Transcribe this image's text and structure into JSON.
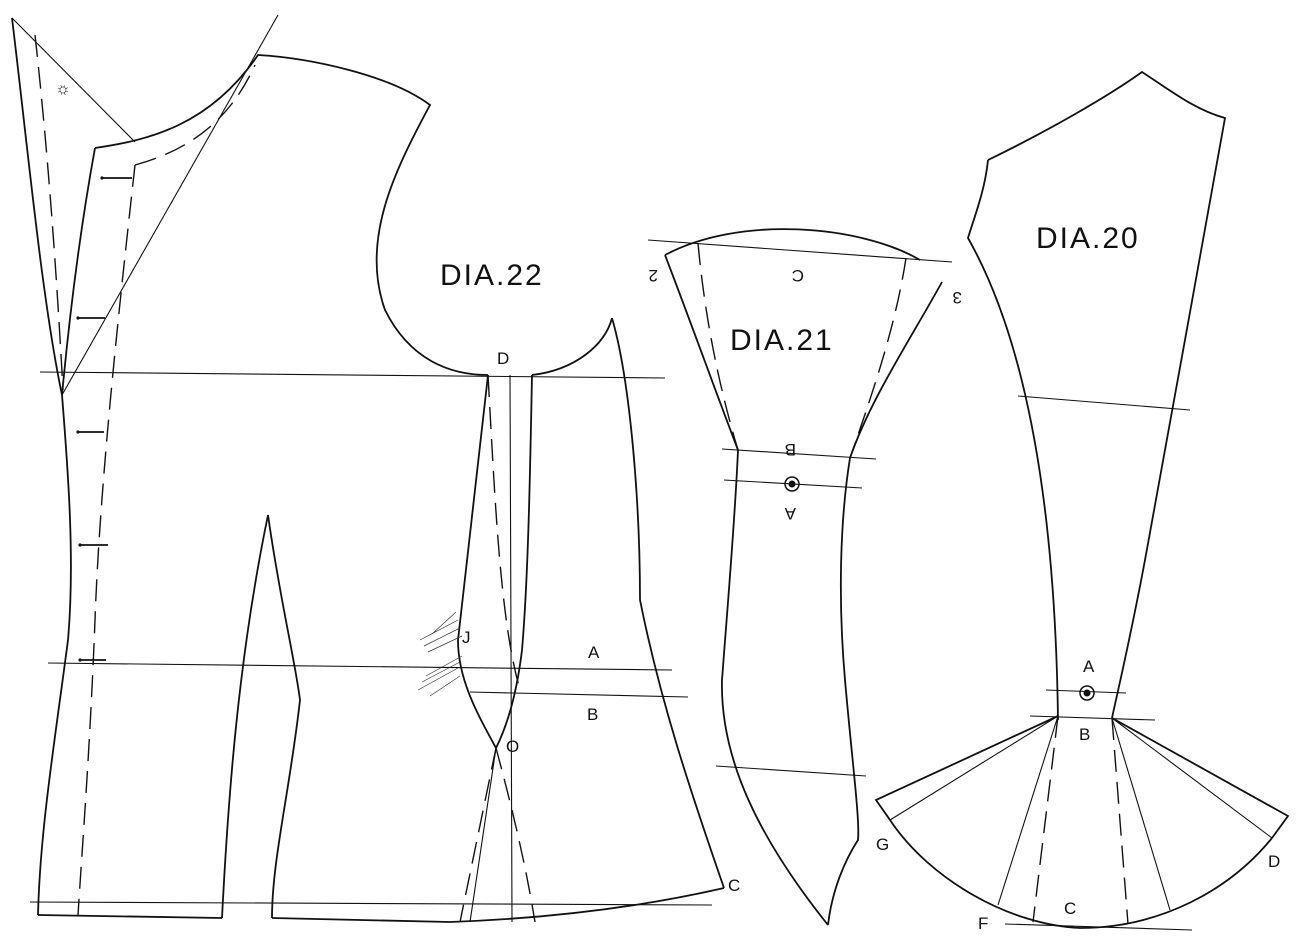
{
  "diagrams": [
    {
      "title": "DIA.22",
      "points": [
        "D",
        "J",
        "A",
        "B",
        "O",
        "C"
      ]
    },
    {
      "title": "DIA.21",
      "points": [
        "C",
        "2",
        "3",
        "B",
        "A"
      ]
    },
    {
      "title": "DIA.20",
      "points": [
        "A",
        "B",
        "G",
        "D",
        "F",
        "C"
      ]
    }
  ]
}
